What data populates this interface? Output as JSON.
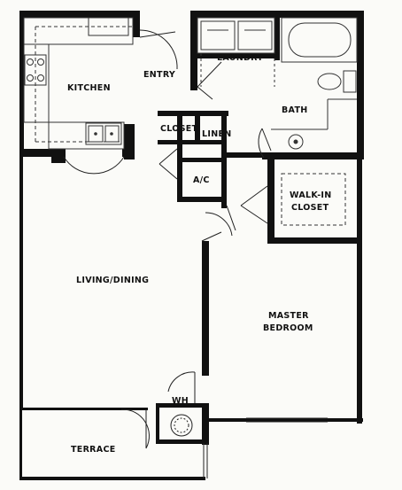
{
  "rooms": {
    "kitchen": "KITCHEN",
    "entry": "ENTRY",
    "laundry": "LAUNDRY",
    "bath": "BATH",
    "closet": "CLOSET",
    "linen": "LINEN",
    "ac": "A/C",
    "walkin_line1": "WALK-IN",
    "walkin_line2": "CLOSET",
    "living_dining": "LIVING/DINING",
    "master_line1": "MASTER",
    "master_line2": "BEDROOM",
    "wh": "WH",
    "terrace": "TERRACE"
  },
  "colors": {
    "wall": "#111111",
    "fixture": "#333333",
    "background": "#fbfbf8"
  }
}
